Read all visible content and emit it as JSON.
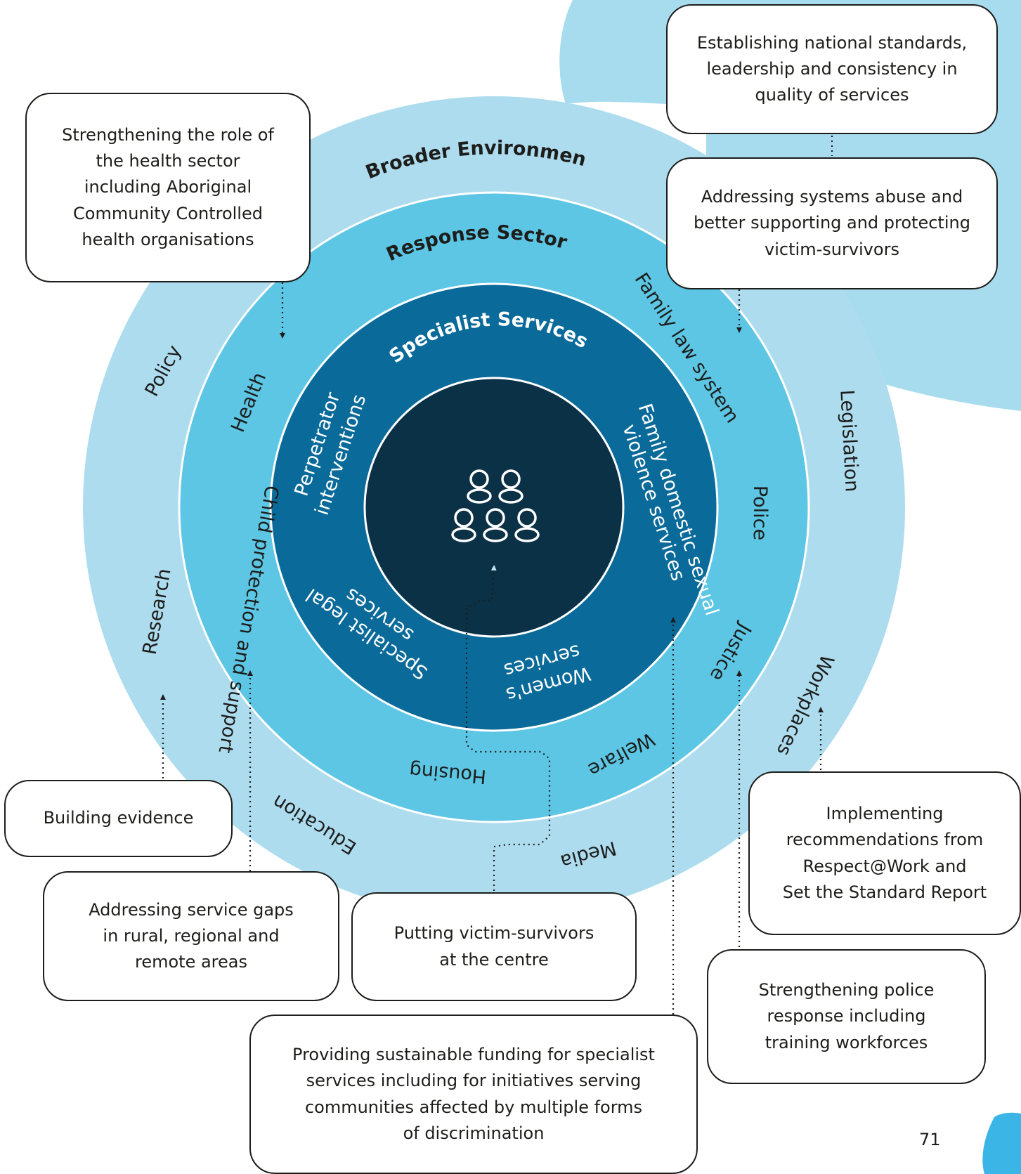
{
  "rings": {
    "broader_environment": {
      "title": "Broader Environment",
      "items": {
        "policy": "Policy",
        "research": "Research",
        "education": "Education",
        "media": "Media",
        "workplaces": "Workplaces",
        "legislation": "Legislation"
      }
    },
    "response_sector": {
      "title": "Response Sector",
      "items": {
        "health": "Health",
        "child_protection": "Child protection and support",
        "housing": "Housing",
        "welfare": "Welfare",
        "justice": "Justice",
        "police": "Police",
        "family_law": "Family law system"
      }
    },
    "specialist_services": {
      "title": "Specialist Services",
      "items": {
        "perpetrator_1": "Perpetrator",
        "perpetrator_2": "interventions",
        "legal_1": "Specialist legal",
        "legal_2": "services",
        "womens_1": "Women's",
        "womens_2": "services",
        "fdsv_1": "Family domestic sexual",
        "fdsv_2": "violence services"
      }
    },
    "centre": {
      "icon": "people-group-icon"
    }
  },
  "callouts": {
    "national_standards": "Establishing national standards,\nleadership and consistency in\nquality of services",
    "systems_abuse": "Addressing systems abuse and\nbetter supporting and protecting\nvictim-survivors",
    "health_sector": "Strengthening the role of\nthe health sector\nincluding Aboriginal\nCommunity Controlled\nhealth organisations",
    "building_evidence": "Building evidence",
    "service_gaps": "Addressing service gaps\nin rural, regional and\nremote areas",
    "victim_centre": "Putting victim-survivors\nat the centre",
    "sustainable_funding": "Providing sustainable funding for specialist\nservices including for initiatives serving\ncommunities affected by multiple forms\nof discrimination",
    "respect_at_work": "Implementing\nrecommendations from\nRespect@Work and\nSet the Standard Report",
    "police_response": "Strengthening police\nresponse including\ntraining workforces"
  },
  "page_number": "71",
  "colors": {
    "outer_ring": "#aedcef",
    "middle_ring": "#5cc6e4",
    "inner_ring": "#0a6a99",
    "centre": "#0b3147",
    "backdrop": "#a7dcef"
  }
}
